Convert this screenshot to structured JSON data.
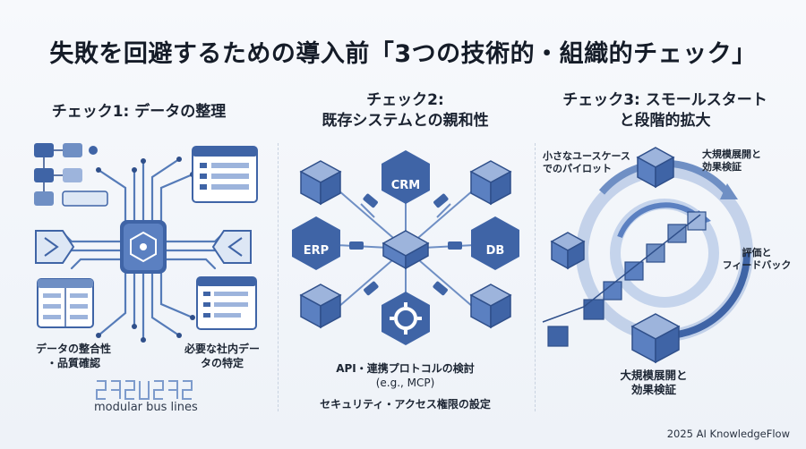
{
  "title": "失敗を回避するための導入前「3つの技術的・組織的チェック」",
  "check1": {
    "title": "チェック1: データの整理",
    "label_left_line1": "データの整合性",
    "label_left_line2": "・品質確認",
    "label_right_line1": "必要な社内デー",
    "label_right_line2": "タの特定",
    "bus_caption": "modular bus lines"
  },
  "check2": {
    "title_line1": "チェック2:",
    "title_line2": "既存システムとの親和性",
    "node_crm": "CRM",
    "node_erp": "ERP",
    "node_db": "DB",
    "api_label": "API・連携プロトコルの検討",
    "api_example": "(e.g., MCP)",
    "security_label": "セキュリティ・アクセス権限の設定"
  },
  "check3": {
    "title_line1": "チェック3: スモールスタート",
    "title_line2": "と段階的拡大",
    "pilot_line1": "小さなユースケース",
    "pilot_line2": "でのパイロット",
    "expand_top_line1": "大規模展開と",
    "expand_top_line2": "効果検証",
    "feedback_line1": "評価と",
    "feedback_line2": "フィードバック",
    "expand_bottom_line1": "大規模展開と",
    "expand_bottom_line2": "効果検証"
  },
  "footer": "2025 AI KnowledgeFlow",
  "colors": {
    "primary": "#3f64a6",
    "dark": "#2f4f8a",
    "light": "#dde7f5",
    "line": "#6f8fc4"
  }
}
